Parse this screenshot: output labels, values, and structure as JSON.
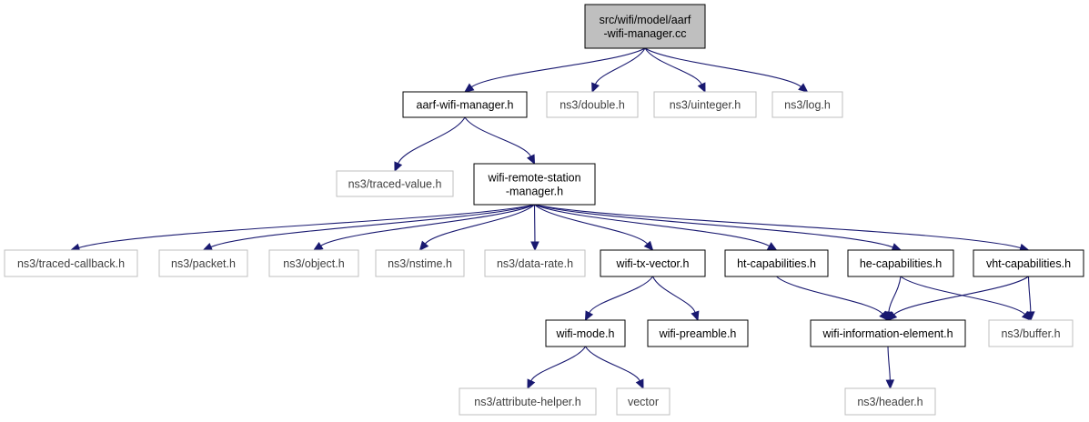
{
  "nodes": {
    "root": {
      "lines": [
        "src/wifi/model/aarf",
        "-wifi-manager.cc"
      ],
      "kind": "root"
    },
    "aarf_h": {
      "lines": [
        "aarf-wifi-manager.h"
      ],
      "kind": "local"
    },
    "double_h": {
      "lines": [
        "ns3/double.h"
      ],
      "kind": "external"
    },
    "uinteger_h": {
      "lines": [
        "ns3/uinteger.h"
      ],
      "kind": "external"
    },
    "log_h": {
      "lines": [
        "ns3/log.h"
      ],
      "kind": "external"
    },
    "traced_value_h": {
      "lines": [
        "ns3/traced-value.h"
      ],
      "kind": "external"
    },
    "wrsm_h": {
      "lines": [
        "wifi-remote-station",
        "-manager.h"
      ],
      "kind": "local"
    },
    "traced_callback_h": {
      "lines": [
        "ns3/traced-callback.h"
      ],
      "kind": "external"
    },
    "packet_h": {
      "lines": [
        "ns3/packet.h"
      ],
      "kind": "external"
    },
    "object_h": {
      "lines": [
        "ns3/object.h"
      ],
      "kind": "external"
    },
    "nstime_h": {
      "lines": [
        "ns3/nstime.h"
      ],
      "kind": "external"
    },
    "data_rate_h": {
      "lines": [
        "ns3/data-rate.h"
      ],
      "kind": "external"
    },
    "txvector_h": {
      "lines": [
        "wifi-tx-vector.h"
      ],
      "kind": "local"
    },
    "ht_h": {
      "lines": [
        "ht-capabilities.h"
      ],
      "kind": "local"
    },
    "he_h": {
      "lines": [
        "he-capabilities.h"
      ],
      "kind": "local"
    },
    "vht_h": {
      "lines": [
        "vht-capabilities.h"
      ],
      "kind": "local"
    },
    "mode_h": {
      "lines": [
        "wifi-mode.h"
      ],
      "kind": "local"
    },
    "preamble_h": {
      "lines": [
        "wifi-preamble.h"
      ],
      "kind": "local"
    },
    "info_elem_h": {
      "lines": [
        "wifi-information-element.h"
      ],
      "kind": "local"
    },
    "buffer_h": {
      "lines": [
        "ns3/buffer.h"
      ],
      "kind": "external"
    },
    "attr_helper_h": {
      "lines": [
        "ns3/attribute-helper.h"
      ],
      "kind": "external"
    },
    "vector": {
      "lines": [
        "vector"
      ],
      "kind": "external"
    },
    "header_h": {
      "lines": [
        "ns3/header.h"
      ],
      "kind": "external"
    }
  },
  "edges": [
    [
      "root",
      "aarf_h"
    ],
    [
      "root",
      "double_h"
    ],
    [
      "root",
      "uinteger_h"
    ],
    [
      "root",
      "log_h"
    ],
    [
      "aarf_h",
      "traced_value_h"
    ],
    [
      "aarf_h",
      "wrsm_h"
    ],
    [
      "wrsm_h",
      "traced_callback_h"
    ],
    [
      "wrsm_h",
      "packet_h"
    ],
    [
      "wrsm_h",
      "object_h"
    ],
    [
      "wrsm_h",
      "nstime_h"
    ],
    [
      "wrsm_h",
      "data_rate_h"
    ],
    [
      "wrsm_h",
      "txvector_h"
    ],
    [
      "wrsm_h",
      "ht_h"
    ],
    [
      "wrsm_h",
      "he_h"
    ],
    [
      "wrsm_h",
      "vht_h"
    ],
    [
      "txvector_h",
      "mode_h"
    ],
    [
      "txvector_h",
      "preamble_h"
    ],
    [
      "ht_h",
      "info_elem_h"
    ],
    [
      "he_h",
      "info_elem_h"
    ],
    [
      "he_h",
      "buffer_h"
    ],
    [
      "vht_h",
      "info_elem_h"
    ],
    [
      "vht_h",
      "buffer_h"
    ],
    [
      "mode_h",
      "attr_helper_h"
    ],
    [
      "mode_h",
      "vector"
    ],
    [
      "info_elem_h",
      "header_h"
    ]
  ]
}
